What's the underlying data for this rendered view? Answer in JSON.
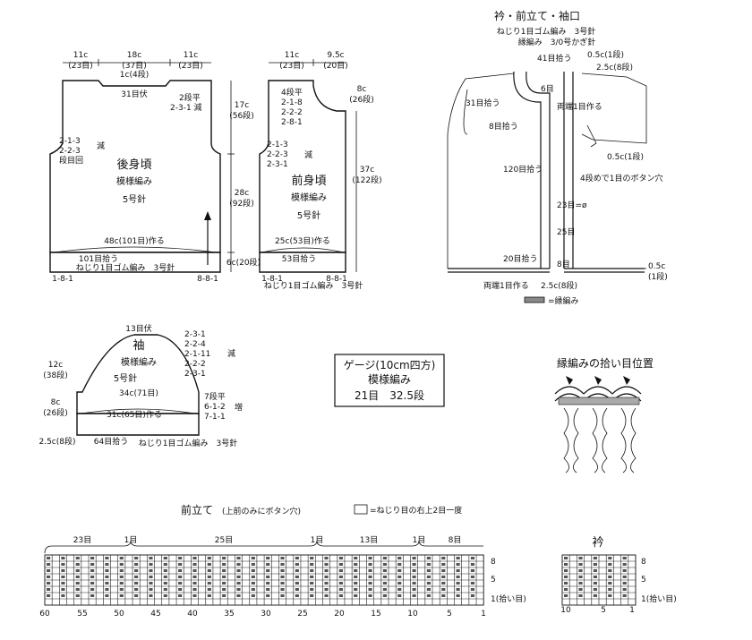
{
  "back": {
    "title": "後身頃",
    "stitch": "模様編み",
    "needle": "5号針",
    "top_widths": [
      {
        "cm": "11c",
        "st": "(23目)"
      },
      {
        "cm": "18c",
        "st": "(37目)"
      },
      {
        "cm": "11c",
        "st": "(23目)"
      }
    ],
    "neck_rise": "1c(4段)",
    "neck_bindoff": "31目伏",
    "shoulder": [
      "2段平",
      "2-3-1 減"
    ],
    "armhole_left": [
      "2-1-3",
      "2-2-3",
      "段目回"
    ],
    "armhole_left_mark": "減",
    "armhole_height": "17c",
    "armhole_rows": "(56段)",
    "body_height": "28c",
    "body_rows": "(92段)",
    "rib_height": "6c(20段)",
    "cast_on": "48c(101目)作る",
    "rib_pickup": "101目拾う",
    "rib_text": "ねじり1目ゴム編み　3号針",
    "rib_mark_left": "1-8-1",
    "rib_mark_right": "8-8-1"
  },
  "front": {
    "title": "前身頃",
    "stitch": "模様編み",
    "needle": "5号針",
    "top_widths": [
      {
        "cm": "11c",
        "st": "(23目)"
      },
      {
        "cm": "9.5c",
        "st": "(20目)"
      }
    ],
    "neck_shaping": [
      "4段平",
      "2-1-8",
      "2-2-2",
      "2-8-1"
    ],
    "neck_height": "8c",
    "neck_rows": "(26段)",
    "armhole": [
      "2-1-3",
      "2-2-3",
      "2-3-1"
    ],
    "armhole_mark": "減",
    "total_height": "37c",
    "total_rows": "(122段)",
    "cast_on": "25c(53目)作る",
    "rib_pickup": "53目拾う",
    "rib_text": "ねじり1目ゴム編み　3号針",
    "rib_mark_left": "1-8-1",
    "rib_mark_right": "8-8-1"
  },
  "sleeve": {
    "title": "袖",
    "stitch": "模様編み",
    "needle": "5号針",
    "top_bindoff": "13目伏",
    "cap_shaping": [
      "2-3-1",
      "2-2-4",
      "2-1-11",
      "2-2-2",
      "2-3-1"
    ],
    "cap_mark": "減",
    "cap_height": "12c",
    "cap_rows": "(38段)",
    "width": "34c(71目)",
    "body_height": "8c",
    "body_rows": "(26段)",
    "inc": [
      "7段平",
      "6-1-2",
      "7-1-1"
    ],
    "inc_mark": "増",
    "cast_on": "31c(65目)作る",
    "rib_height": "2.5c(8段)",
    "rib_pickup": "64目拾う",
    "rib_text": "ねじり1目ゴム編み　3号針"
  },
  "collar_band": {
    "title": "衿・前立て・袖口",
    "notes": [
      "ねじり1目ゴム編み　3号針",
      "縁編み　3/0号かぎ針"
    ],
    "collar_pickup": "41目拾う",
    "collar_width": "0.5c(1段)",
    "collar_rows": "2.5c(8段)",
    "collar_center": "6目",
    "back_neck_pickup": "31目拾う",
    "neck_pickup": "8目拾う",
    "band_pickup": "120目拾う",
    "button_note": "4段めで1目のボタン穴",
    "end_note": "両端1目作る",
    "mark_23": "23目=ø",
    "mark_25": "25目",
    "mark_20": "20目拾う",
    "mark_8": "8目",
    "band_rows": "2.5c(8段)",
    "hem_width": "0.5c",
    "hem_rows": "(1段)",
    "cuff_width": "0.5c(1段)",
    "hem_cast": "両端1目作る",
    "legend": "=縁編み"
  },
  "gauge": {
    "title": "ゲージ(10cm四方)",
    "stitch": "模様編み",
    "value": "21目　32.5段"
  },
  "edge_pick": {
    "title": "縁編みの拾い目位置"
  },
  "band_chart": {
    "title": "前立て",
    "subtitle": "(上前のみにボタン穴)",
    "symbol_note": "=ねじり目の右上2目一度",
    "segments": [
      "23目",
      "1目",
      "25目",
      "1目",
      "13目",
      "1目",
      "8目"
    ],
    "x_labels": [
      "60",
      "55",
      "50",
      "45",
      "40",
      "35",
      "30",
      "25",
      "20",
      "15",
      "10",
      "5",
      "1"
    ],
    "y_labels": [
      "8",
      "5",
      "1(拾い目)"
    ]
  },
  "collar_chart": {
    "title": "衿",
    "x_labels": [
      "10",
      "5",
      "1"
    ],
    "y_labels": [
      "8",
      "5",
      "1(拾い目)"
    ]
  }
}
